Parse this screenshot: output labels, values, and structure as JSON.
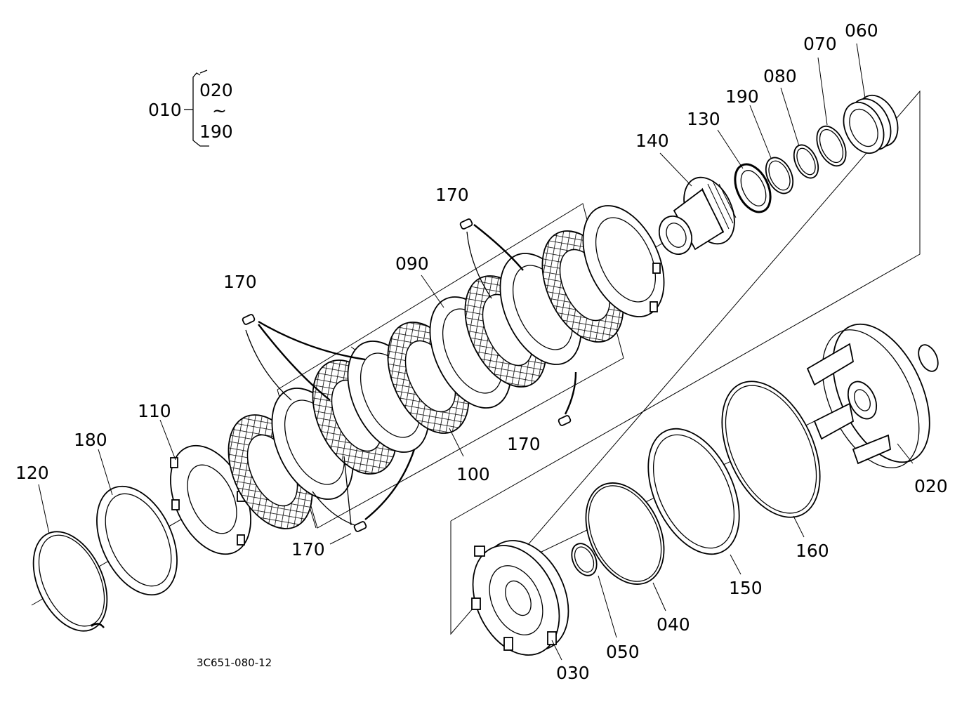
{
  "drawing_code": "3C651-080-12",
  "assembly": {
    "label": "010",
    "range_from": "020",
    "range_sep": "~",
    "range_to": "190"
  },
  "parts": {
    "p120": "120",
    "p180": "180",
    "p110": "110",
    "p170a": "170",
    "p170b": "170",
    "p170c": "170",
    "p170d": "170",
    "p090": "090",
    "p100": "100",
    "p140": "140",
    "p130": "130",
    "p190": "190",
    "p080": "080",
    "p070": "070",
    "p060": "060",
    "p020": "020",
    "p160": "160",
    "p150": "150",
    "p040": "040",
    "p050": "050",
    "p030": "030"
  }
}
